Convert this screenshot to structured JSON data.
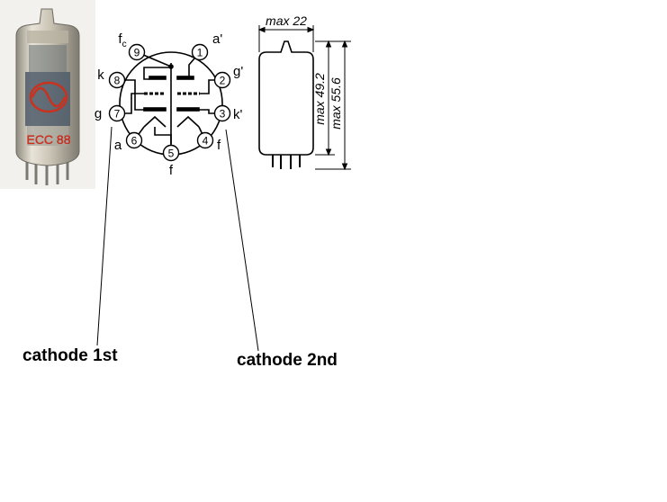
{
  "photo": {
    "print_label": "ECC 88",
    "colors": {
      "glass": "#c9c3b4",
      "plate": "#4e5a68",
      "logo": "#c8321e",
      "pins": "#7a7a72"
    }
  },
  "pinout": {
    "pins": [
      {
        "num": "1",
        "label": "a'"
      },
      {
        "num": "2",
        "label": "g'"
      },
      {
        "num": "3",
        "label": "k'"
      },
      {
        "num": "4",
        "label": "f"
      },
      {
        "num": "5",
        "label": "f"
      },
      {
        "num": "6",
        "label": "a"
      },
      {
        "num": "7",
        "label": "g"
      },
      {
        "num": "8",
        "label": "k"
      },
      {
        "num": "9",
        "label": "f",
        "subscript": "c"
      }
    ]
  },
  "outline": {
    "width_label": "max 22",
    "height_label_1": "max 49.2",
    "height_label_2": "max 55.6"
  },
  "callouts": {
    "left": "cathode 1st",
    "right": "cathode 2nd"
  }
}
